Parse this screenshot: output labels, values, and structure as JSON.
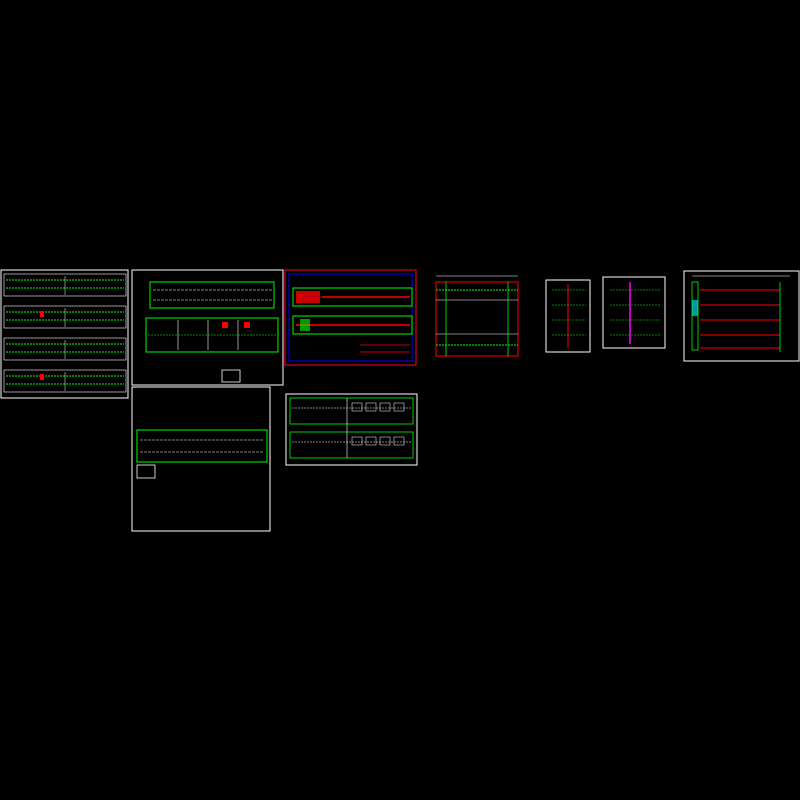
{
  "window": {
    "title": ""
  },
  "viewport": {
    "background": "#000000"
  },
  "palette": {
    "frame": "#ffffff",
    "line": "#00ff00",
    "accent": "#ff0000",
    "border_alt": "#ff0033",
    "border_blue": "#0000ff",
    "text": "#ffffff",
    "dim": "#cccccc"
  },
  "sheets": [
    {
      "id": "sheet-1",
      "kind": "stacked-strips"
    },
    {
      "id": "sheet-2",
      "kind": "plan-strip"
    },
    {
      "id": "sheet-3",
      "kind": "colored-plan"
    },
    {
      "id": "sheet-4",
      "kind": "section"
    },
    {
      "id": "sheet-5",
      "kind": "detail-column"
    },
    {
      "id": "sheet-6",
      "kind": "detail-column"
    },
    {
      "id": "sheet-7",
      "kind": "elevation"
    },
    {
      "id": "sheet-8",
      "kind": "plan-strip"
    },
    {
      "id": "sheet-9",
      "kind": "split-strips"
    }
  ]
}
